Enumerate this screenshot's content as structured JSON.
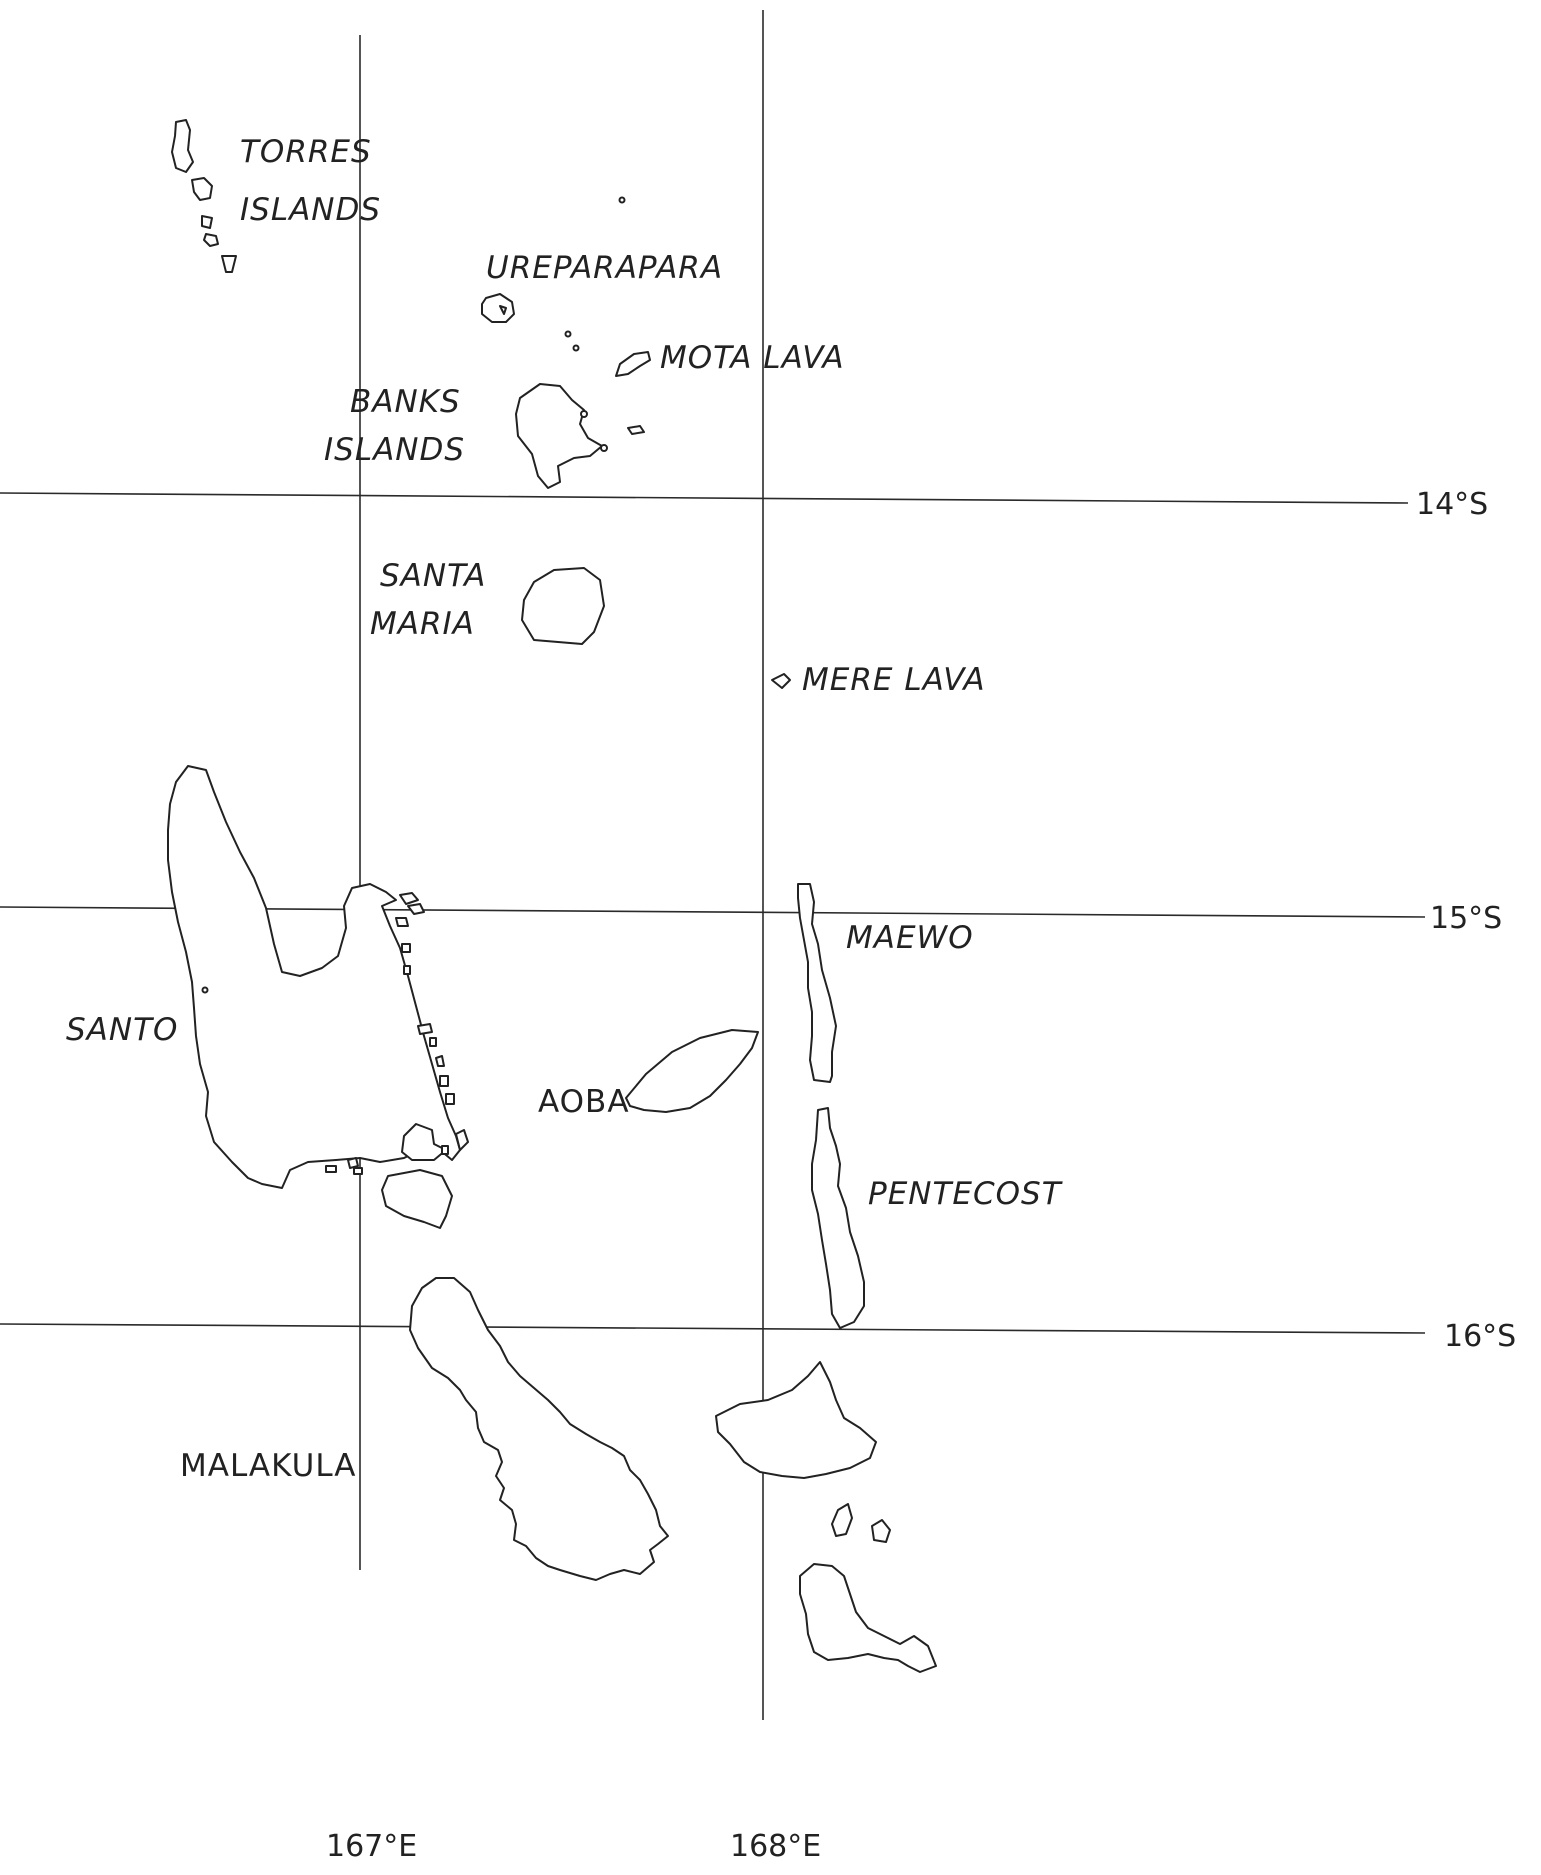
{
  "map": {
    "latitude_labels": [
      "14°S",
      "15°S",
      "16°S"
    ],
    "longitude_labels": [
      "167°E",
      "168°E"
    ],
    "places": {
      "torres": [
        "TORRES",
        "ISLANDS"
      ],
      "ureparapara": "UREPARAPARA",
      "mota_lava": "MOTA LAVA",
      "banks": [
        "BANKS",
        "ISLANDS"
      ],
      "santa_maria": [
        "SANTA",
        "MARIA"
      ],
      "mere_lava": "MERE LAVA",
      "maewo": "MAEWO",
      "santo": "SANTO",
      "aoba": "AOBA",
      "pentecost": "PENTECOST",
      "malakula": "MALAKULA"
    }
  }
}
